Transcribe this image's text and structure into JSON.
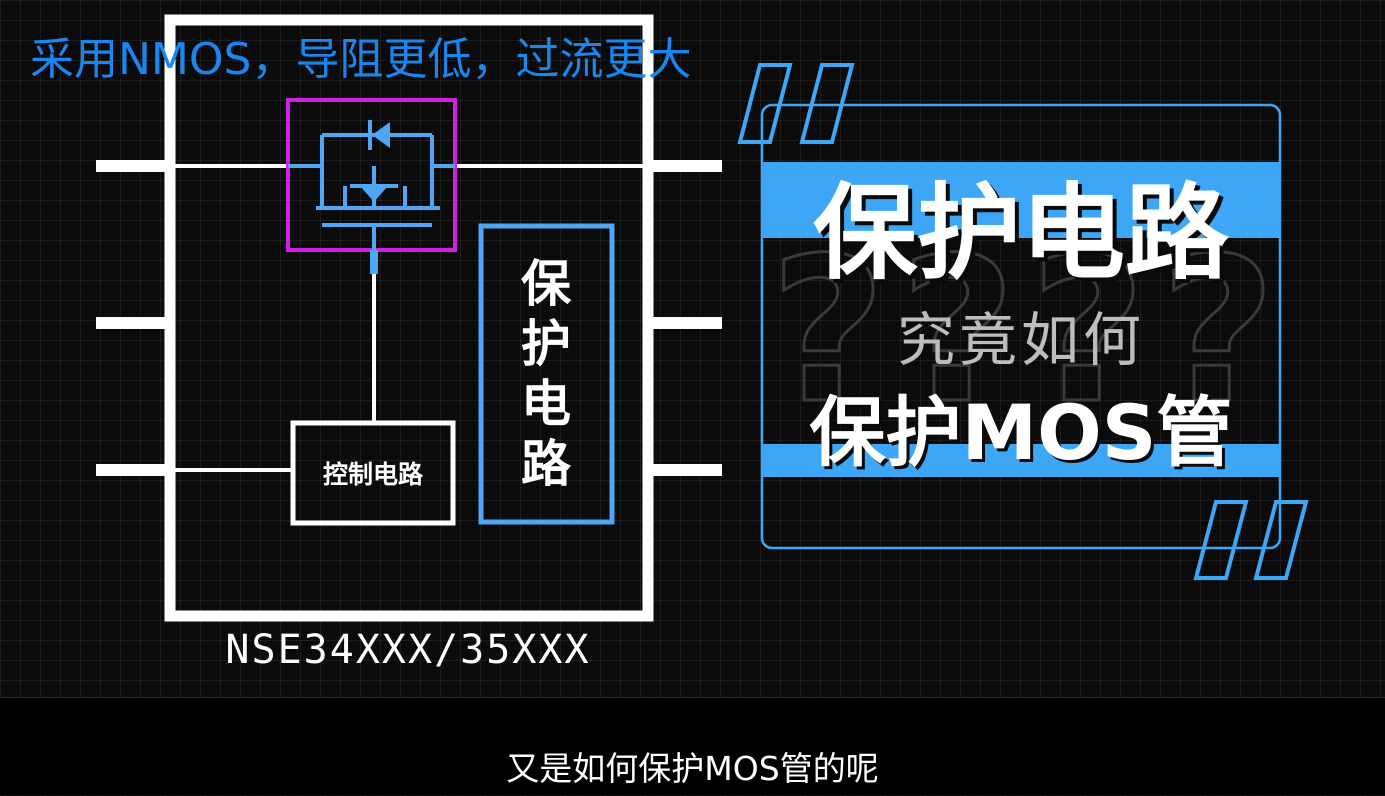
{
  "headline": "采用NMOS，导阻更低，过流更大",
  "diagram": {
    "protection_block_chars": [
      "保",
      "护",
      "电",
      "路"
    ],
    "control_block_label": "控制电路",
    "chip_label": "NSE34XXX/35XXX",
    "colors": {
      "chip_outline": "#ffffff",
      "mosfet_highlight": "#d21ee6",
      "mosfet_symbol": "#4ea6f4",
      "protection_block": "#4ea6f4",
      "headline_text": "#1a86f0"
    }
  },
  "title_card": {
    "line1": "保护电路",
    "line2": "究竟如何",
    "line3": "保护MOS管",
    "accent": "#3da6f6"
  },
  "subtitle": "又是如何保护MOS管的呢"
}
